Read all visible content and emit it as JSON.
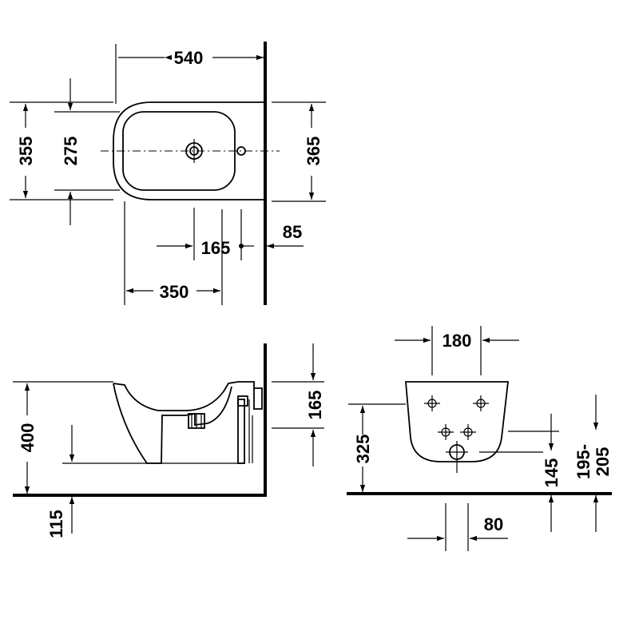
{
  "top_view": {
    "width_540": "540",
    "depth_355": "355",
    "inner_275": "275",
    "depth_365": "365",
    "hole_165": "165",
    "wall_85": "85",
    "len_350": "350"
  },
  "side_view": {
    "height_400": "400",
    "top_165": "165",
    "floor_115": "115"
  },
  "rear_view": {
    "spacing_180": "180",
    "height_325": "325",
    "height_145": "145",
    "range_line1": "195-",
    "range_line2": "205",
    "offset_80": "80"
  }
}
